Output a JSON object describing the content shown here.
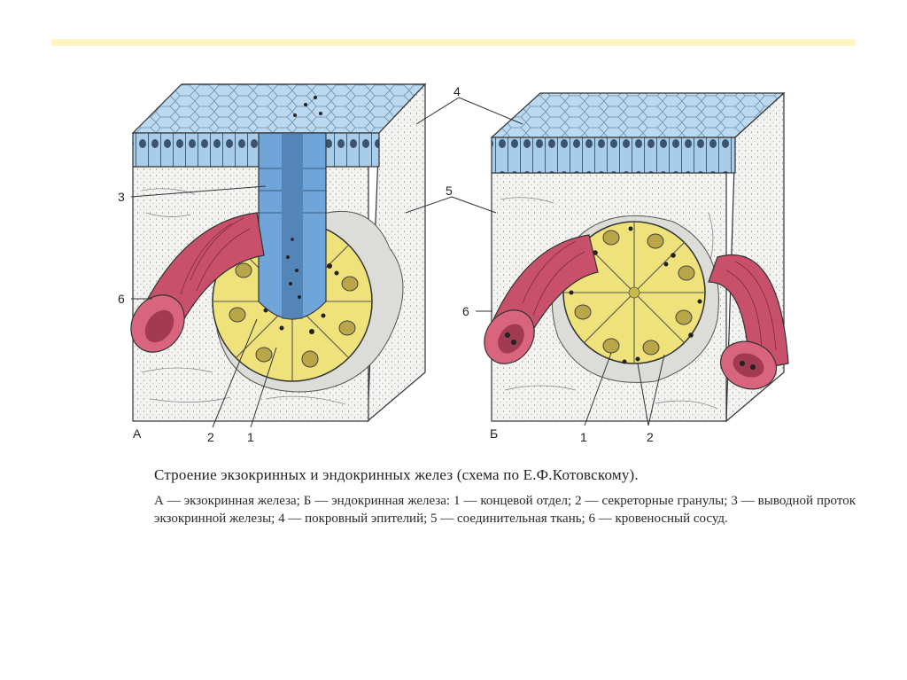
{
  "figure": {
    "panel_a_label": "А",
    "panel_b_label": "Б",
    "labels": {
      "n1": "1",
      "n2": "2",
      "n3": "3",
      "n4": "4",
      "n5": "5",
      "n6": "6"
    }
  },
  "caption": "Строение экзокринных и эндокринных желез (схема по Е.Ф.Котовскому).",
  "legend": "А — экзокринная железа; Б — эндокринная железа: 1 — концевой отдел; 2 — секреторные гранулы; 3 — выводной проток экзокринной железы; 4 — покровный эпителий; 5 — соединительная ткань; 6 — кровеносный сосуд.",
  "colors": {
    "epithelium": "#a9cde8",
    "duct": "#6fa5d8",
    "gland": "#efe27a",
    "vessel": "#c8506a",
    "tissue": "#f2f2f0"
  }
}
